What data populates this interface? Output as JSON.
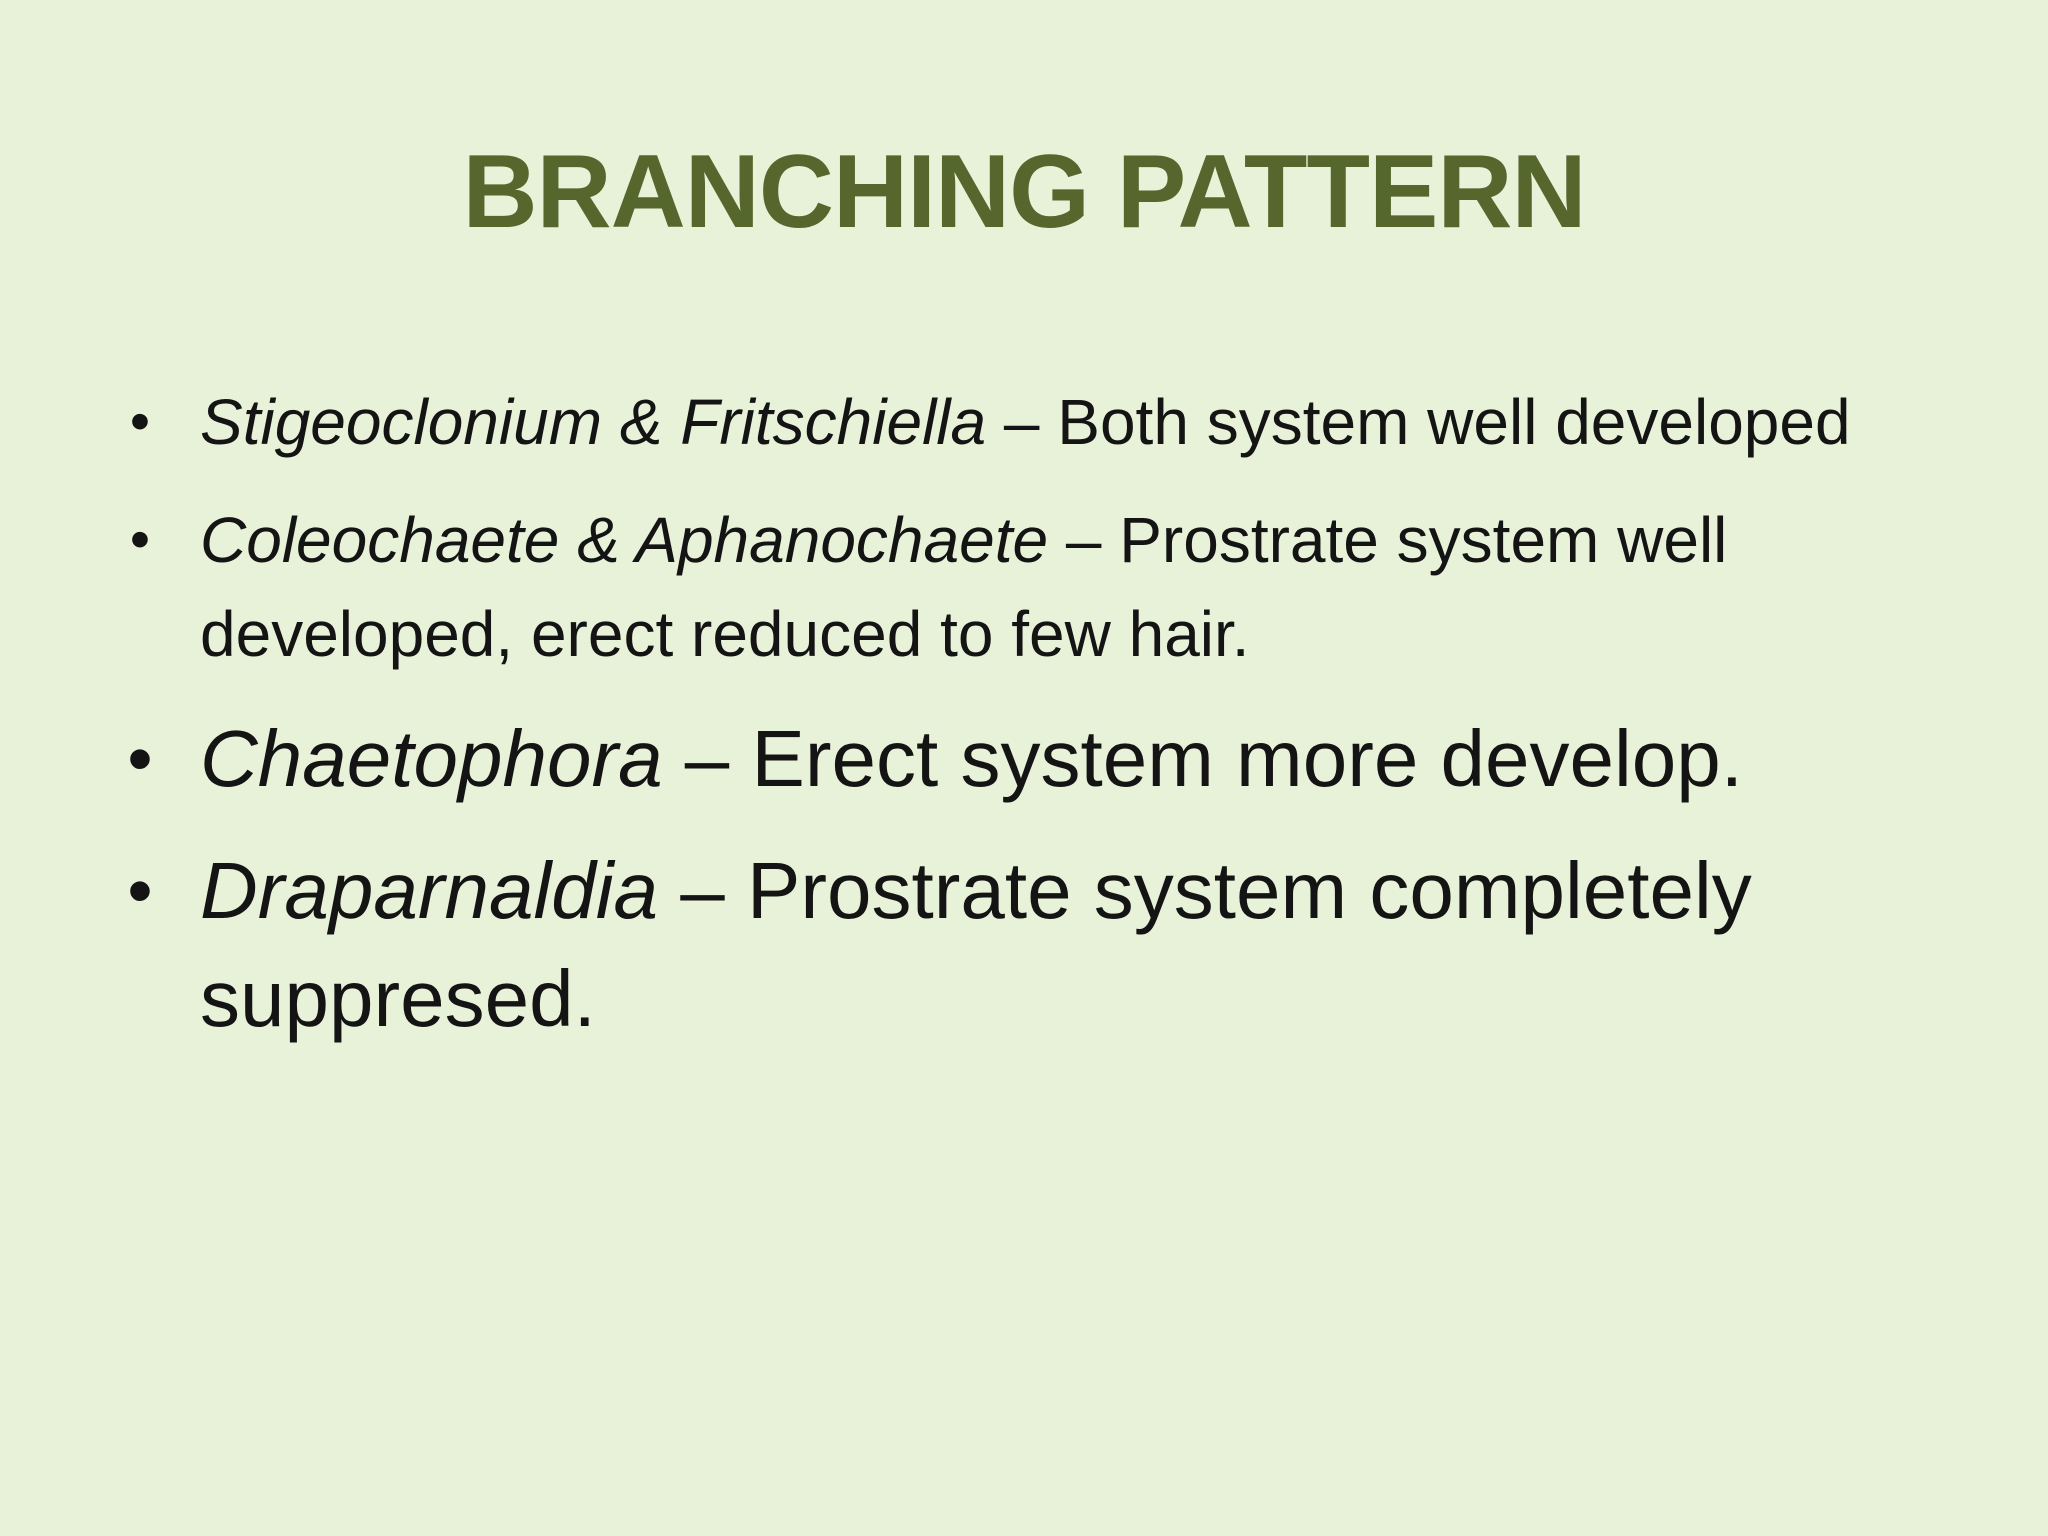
{
  "slide": {
    "title": "BRANCHING PATTERN",
    "bullet_glyph": "•",
    "items": [
      {
        "genus": "Stigeoclonium & Fritschiella",
        "text": " – Both system well developed"
      },
      {
        "genus": "Coleochaete & Aphanochaete",
        "text": " – Prostrate system well developed, erect reduced to few hair."
      },
      {
        "genus": "Chaetophora",
        "text": " – Erect system more develop."
      },
      {
        "genus": "Draparnaldia",
        "text": " – Prostrate system completely suppresed."
      }
    ]
  },
  "colors": {
    "background": "#e7f2d9",
    "title": "#56672e",
    "body_text": "#141414"
  }
}
